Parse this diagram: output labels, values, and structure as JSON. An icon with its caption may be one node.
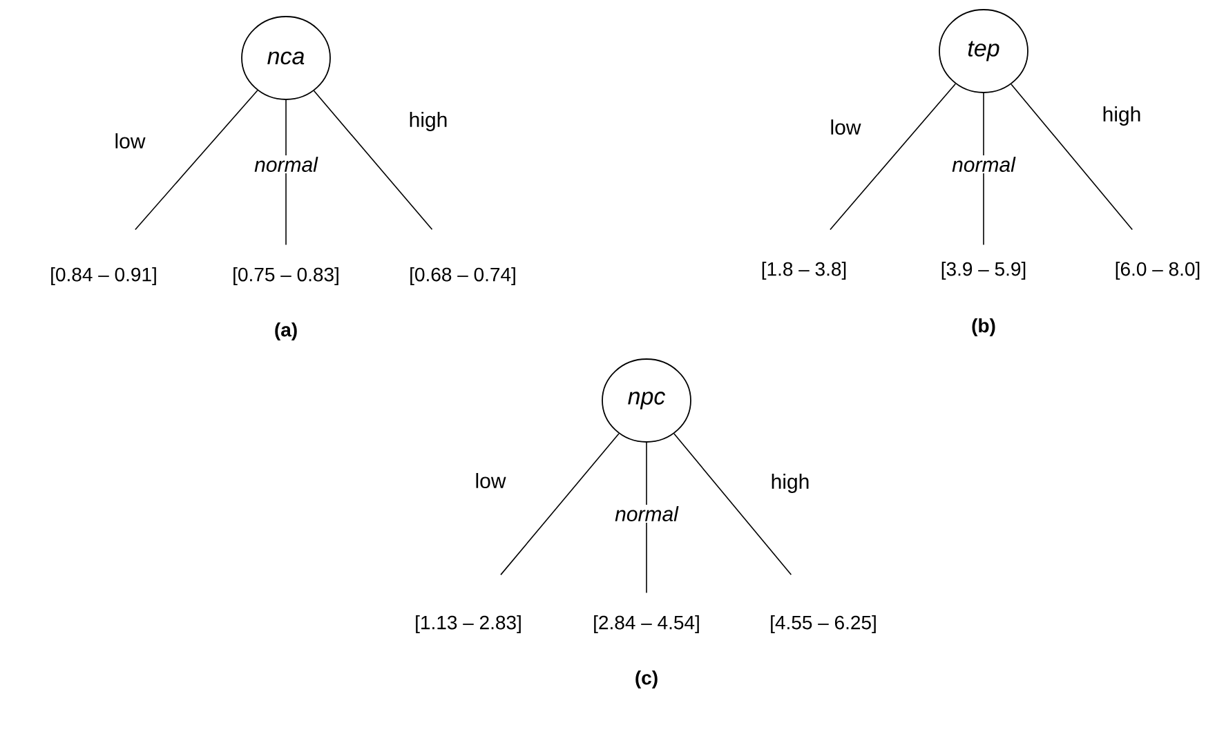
{
  "diagram": {
    "nodes": [
      {
        "text": [
          "nca"
        ]
      },
      {
        "text": [
          "[0.84 – 0.91]"
        ]
      },
      {
        "text": [
          "[0.75 – 0.83]"
        ]
      },
      {
        "text": [
          "[0.68 – 0.74]"
        ]
      },
      {
        "text": [
          "tep"
        ]
      },
      {
        "text": [
          "[1.8 – 3.8]"
        ]
      },
      {
        "text": [
          "[3.9 – 5.9]"
        ]
      },
      {
        "text": [
          "[6.0 – 8.0]"
        ]
      },
      {
        "text": [
          "npc"
        ]
      },
      {
        "text": [
          "[1.13 – 2.83]"
        ]
      },
      {
        "text": [
          "[2.84 – 4.54]"
        ]
      },
      {
        "text": [
          "[4.55 – 6.25]"
        ]
      }
    ],
    "edges": [
      {
        "from": 0,
        "to": 1,
        "arrow": "none",
        "label": "low"
      },
      {
        "from": 0,
        "to": 2,
        "arrow": "none",
        "label": "normal"
      },
      {
        "from": 0,
        "to": 3,
        "arrow": "none",
        "label": "high"
      },
      {
        "from": 4,
        "to": 5,
        "arrow": "none",
        "label": "low"
      },
      {
        "from": 4,
        "to": 6,
        "arrow": "none",
        "label": "normal"
      },
      {
        "from": 4,
        "to": 7,
        "arrow": "none",
        "label": "high"
      },
      {
        "from": 8,
        "to": 9,
        "arrow": "none",
        "label": "low"
      },
      {
        "from": 8,
        "to": 10,
        "arrow": "none",
        "label": "normal"
      },
      {
        "from": 8,
        "to": 11,
        "arrow": "none",
        "label": "high"
      }
    ],
    "labels": [
      "(a)",
      "(b)",
      "(c)"
    ]
  }
}
